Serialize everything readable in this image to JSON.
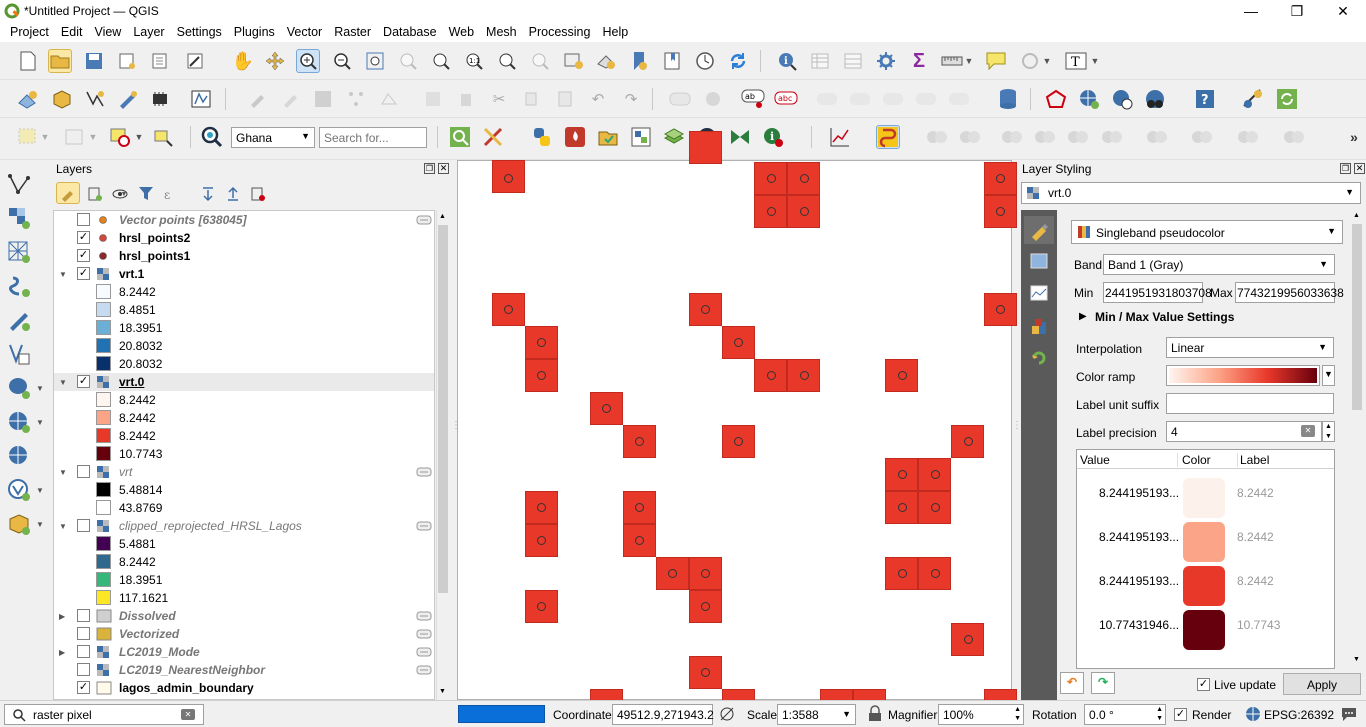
{
  "window": {
    "title": "*Untitled Project — QGIS"
  },
  "menu": [
    "Project",
    "Edit",
    "View",
    "Layer",
    "Settings",
    "Plugins",
    "Vector",
    "Raster",
    "Database",
    "Web",
    "Mesh",
    "Processing",
    "Help"
  ],
  "toolbar": {
    "locator_combo": "Ghana",
    "search_placeholder": "Search for..."
  },
  "layers_panel": {
    "title": "Layers",
    "rows": [
      {
        "label": "Vector points [638045]",
        "kind": "layer",
        "checked": false,
        "expand": "",
        "italic": true,
        "bold": true,
        "icon": "point-orange"
      },
      {
        "label": "hrsl_points2",
        "kind": "layer",
        "checked": true,
        "expand": "",
        "italic": false,
        "bold": true,
        "icon": "point-red"
      },
      {
        "label": "hrsl_points1",
        "kind": "layer",
        "checked": true,
        "expand": "",
        "italic": false,
        "bold": true,
        "icon": "point-darkred"
      },
      {
        "label": "vrt.1",
        "kind": "layer",
        "checked": true,
        "expand": "▼",
        "italic": false,
        "bold": true,
        "icon": "raster"
      },
      {
        "label": "8.2442",
        "kind": "legend",
        "swatch": "#f7fbff"
      },
      {
        "label": "8.4851",
        "kind": "legend",
        "swatch": "#c6dbef"
      },
      {
        "label": "18.3951",
        "kind": "legend",
        "swatch": "#6baed6"
      },
      {
        "label": "20.8032",
        "kind": "legend",
        "swatch": "#2171b5"
      },
      {
        "label": "20.8032",
        "kind": "legend",
        "swatch": "#08306b"
      },
      {
        "label": "vrt.0",
        "kind": "layer",
        "checked": true,
        "expand": "▼",
        "italic": false,
        "bold": true,
        "underline": true,
        "icon": "raster",
        "selected": true
      },
      {
        "label": "8.2442",
        "kind": "legend",
        "swatch": "#fff5f0"
      },
      {
        "label": "8.2442",
        "kind": "legend",
        "swatch": "#fca487"
      },
      {
        "label": "8.2442",
        "kind": "legend",
        "swatch": "#e8382a"
      },
      {
        "label": "10.7743",
        "kind": "legend",
        "swatch": "#67000d"
      },
      {
        "label": "vrt",
        "kind": "layer",
        "checked": false,
        "expand": "▼",
        "italic": true,
        "bold": false,
        "icon": "raster"
      },
      {
        "label": "5.48814",
        "kind": "legend",
        "swatch": "#000000"
      },
      {
        "label": "43.8769",
        "kind": "legend",
        "swatch": "#ffffff"
      },
      {
        "label": "clipped_reprojected_HRSL_Lagos",
        "kind": "layer",
        "checked": false,
        "expand": "▼",
        "italic": true,
        "bold": false,
        "icon": "raster"
      },
      {
        "label": "5.4881",
        "kind": "legend",
        "swatch": "#440154"
      },
      {
        "label": "8.2442",
        "kind": "legend",
        "swatch": "#31688e"
      },
      {
        "label": "18.3951",
        "kind": "legend",
        "swatch": "#35b779"
      },
      {
        "label": "117.1621",
        "kind": "legend",
        "swatch": "#fde725"
      },
      {
        "label": "Dissolved",
        "kind": "layer",
        "checked": false,
        "expand": "▶",
        "italic": true,
        "bold": true,
        "icon": "polygon-gray"
      },
      {
        "label": "Vectorized",
        "kind": "layer",
        "checked": false,
        "expand": "",
        "italic": true,
        "bold": true,
        "icon": "polygon-yellow"
      },
      {
        "label": "LC2019_Mode",
        "kind": "layer",
        "checked": false,
        "expand": "▶",
        "italic": true,
        "bold": true,
        "icon": "raster"
      },
      {
        "label": "LC2019_NearestNeighbor",
        "kind": "layer",
        "checked": false,
        "expand": "",
        "italic": true,
        "bold": true,
        "icon": "raster"
      },
      {
        "label": "lagos_admin_boundary",
        "kind": "layer",
        "checked": true,
        "expand": "",
        "italic": false,
        "bold": true,
        "icon": "polygon-white"
      }
    ]
  },
  "styling": {
    "title": "Layer Styling",
    "layer": "vrt.0",
    "renderer": "Singleband pseudocolor",
    "band_label": "Band",
    "band": "Band 1 (Gray)",
    "min_label": "Min",
    "min": "2441951931803708",
    "max_label": "Max",
    "max": "7743219956033638",
    "minmax_settings": "Min / Max Value Settings",
    "interpolation_label": "Interpolation",
    "interpolation": "Linear",
    "color_ramp_label": "Color ramp",
    "unit_suffix_label": "Label unit suffix",
    "precision_label": "Label precision",
    "precision": "4",
    "table_headers": [
      "Value",
      "Color",
      "Label"
    ],
    "entries": [
      {
        "value": "8.244195193...",
        "color": "#fdf1ec",
        "label": "8.2442"
      },
      {
        "value": "8.244195193...",
        "color": "#fca487",
        "label": "8.2442"
      },
      {
        "value": "8.244195193...",
        "color": "#e8382a",
        "label": "8.2442"
      },
      {
        "value": "10.77431946...",
        "color": "#67000d",
        "label": "10.7743"
      }
    ],
    "live_update": "Live update",
    "apply": "Apply"
  },
  "status": {
    "locator": "raster pixel",
    "coordinate_label": "Coordinate",
    "coordinate": "49512.9,271943.2",
    "scale_label": "Scale",
    "scale": "1:3588",
    "magnifier_label": "Magnifier",
    "magnifier": "100%",
    "rotation_label": "Rotation",
    "rotation": "0.0 °",
    "render": "Render",
    "crs": "EPSG:26392"
  }
}
